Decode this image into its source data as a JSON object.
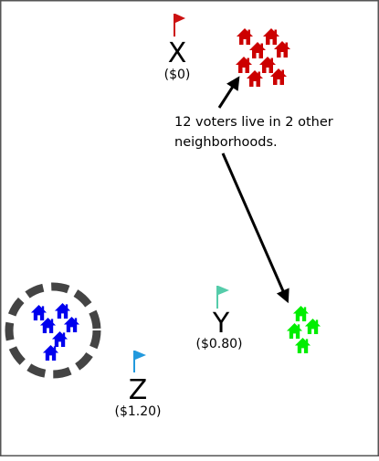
{
  "colors": {
    "red_houses": "#cc0000",
    "blue_houses": "#0000ee",
    "green_houses": "#00ee00",
    "flag_x": "#cc1111",
    "flag_y": "#55ccaa",
    "flag_z": "#2299dd",
    "ring": "#444444",
    "arrow": "#000000"
  },
  "candidates": [
    {
      "id": "x",
      "letter": "X",
      "price": "($0)"
    },
    {
      "id": "y",
      "letter": "Y",
      "price": "($0.80)"
    },
    {
      "id": "z",
      "letter": "Z",
      "price": "($1.20)"
    }
  ],
  "annotation": {
    "line1": "12 voters live in 2 other",
    "line2": "neighborhoods."
  },
  "neighborhoods": {
    "red_house_count": 8,
    "green_house_count": 4,
    "blue_house_count": 6
  }
}
